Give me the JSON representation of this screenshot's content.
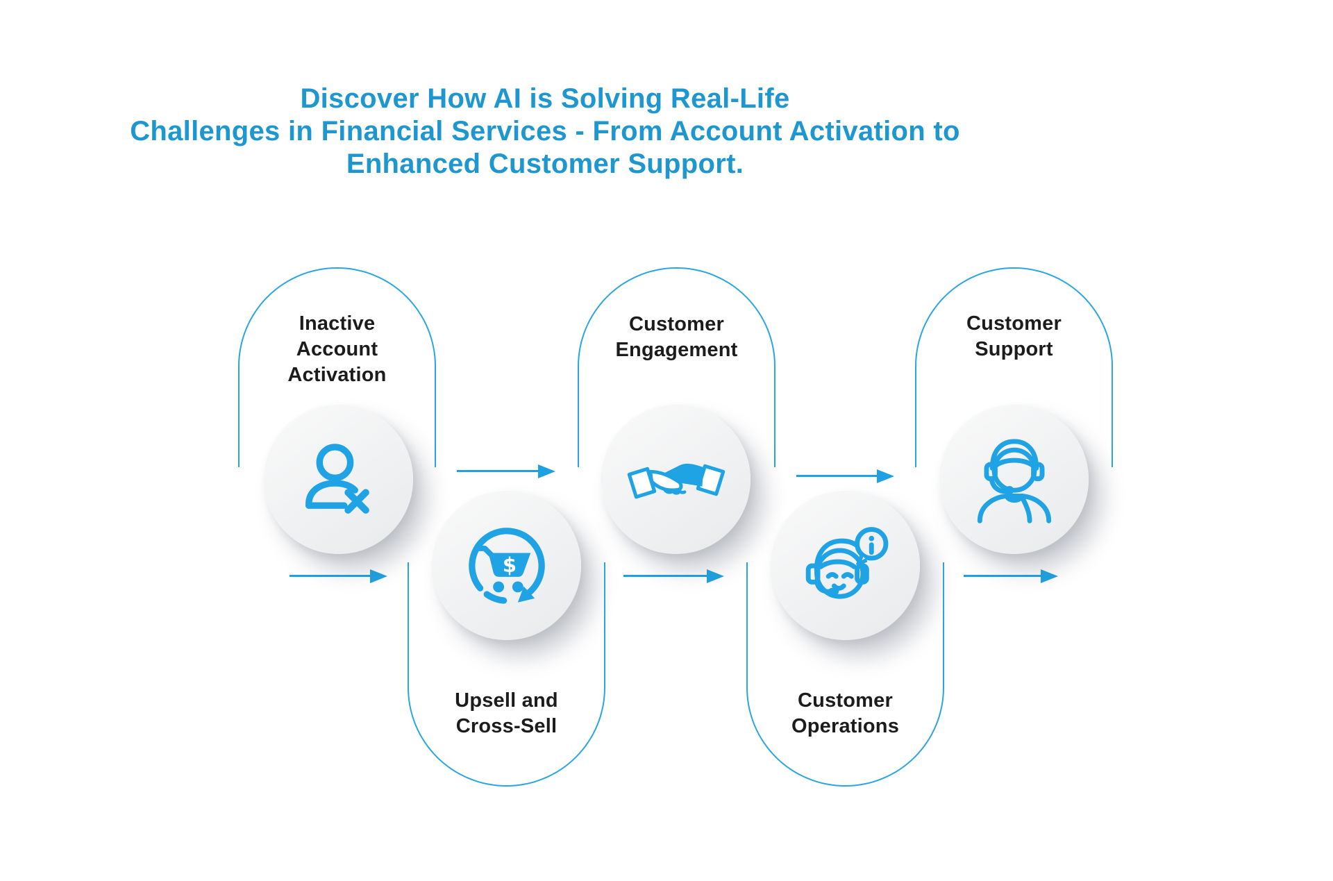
{
  "title": {
    "line1": "Discover How AI is Solving Real-Life",
    "line2": "Challenges in Financial Services -  From Account Activation to",
    "line3": "Enhanced Customer Support."
  },
  "colors": {
    "title_blue": "#1E97D1",
    "accent_blue": "#2AA5E2",
    "icon_blue": "#1FA3E4",
    "label_dark": "#1C1C1C",
    "circle_fill": "#F0F1F2",
    "background": "#FFFFFF"
  },
  "stages": [
    {
      "id": "inactive-account-activation",
      "position": "top",
      "icon": "user-deactivated-icon",
      "lines": [
        "Inactive",
        "Account",
        "Activation"
      ]
    },
    {
      "id": "upsell-and-cross-sell",
      "position": "bottom",
      "icon": "cart-repeat-icon",
      "lines": [
        "Upsell and",
        "Cross-Sell"
      ]
    },
    {
      "id": "customer-engagement",
      "position": "top",
      "icon": "handshake-icon",
      "lines": [
        "Customer",
        "Engagement"
      ]
    },
    {
      "id": "customer-operations",
      "position": "bottom",
      "icon": "agent-info-bubble-icon",
      "lines": [
        "Customer",
        "Operations"
      ]
    },
    {
      "id": "customer-support",
      "position": "top",
      "icon": "headset-agent-icon",
      "lines": [
        "Customer",
        "Support"
      ]
    }
  ],
  "arrows": [
    {
      "id": "arrow-1",
      "row": "lower",
      "direction": "right"
    },
    {
      "id": "arrow-2",
      "row": "upper",
      "direction": "right"
    },
    {
      "id": "arrow-3",
      "row": "lower",
      "direction": "right"
    },
    {
      "id": "arrow-4",
      "row": "upper",
      "direction": "right"
    },
    {
      "id": "arrow-5",
      "row": "lower",
      "direction": "right"
    }
  ]
}
